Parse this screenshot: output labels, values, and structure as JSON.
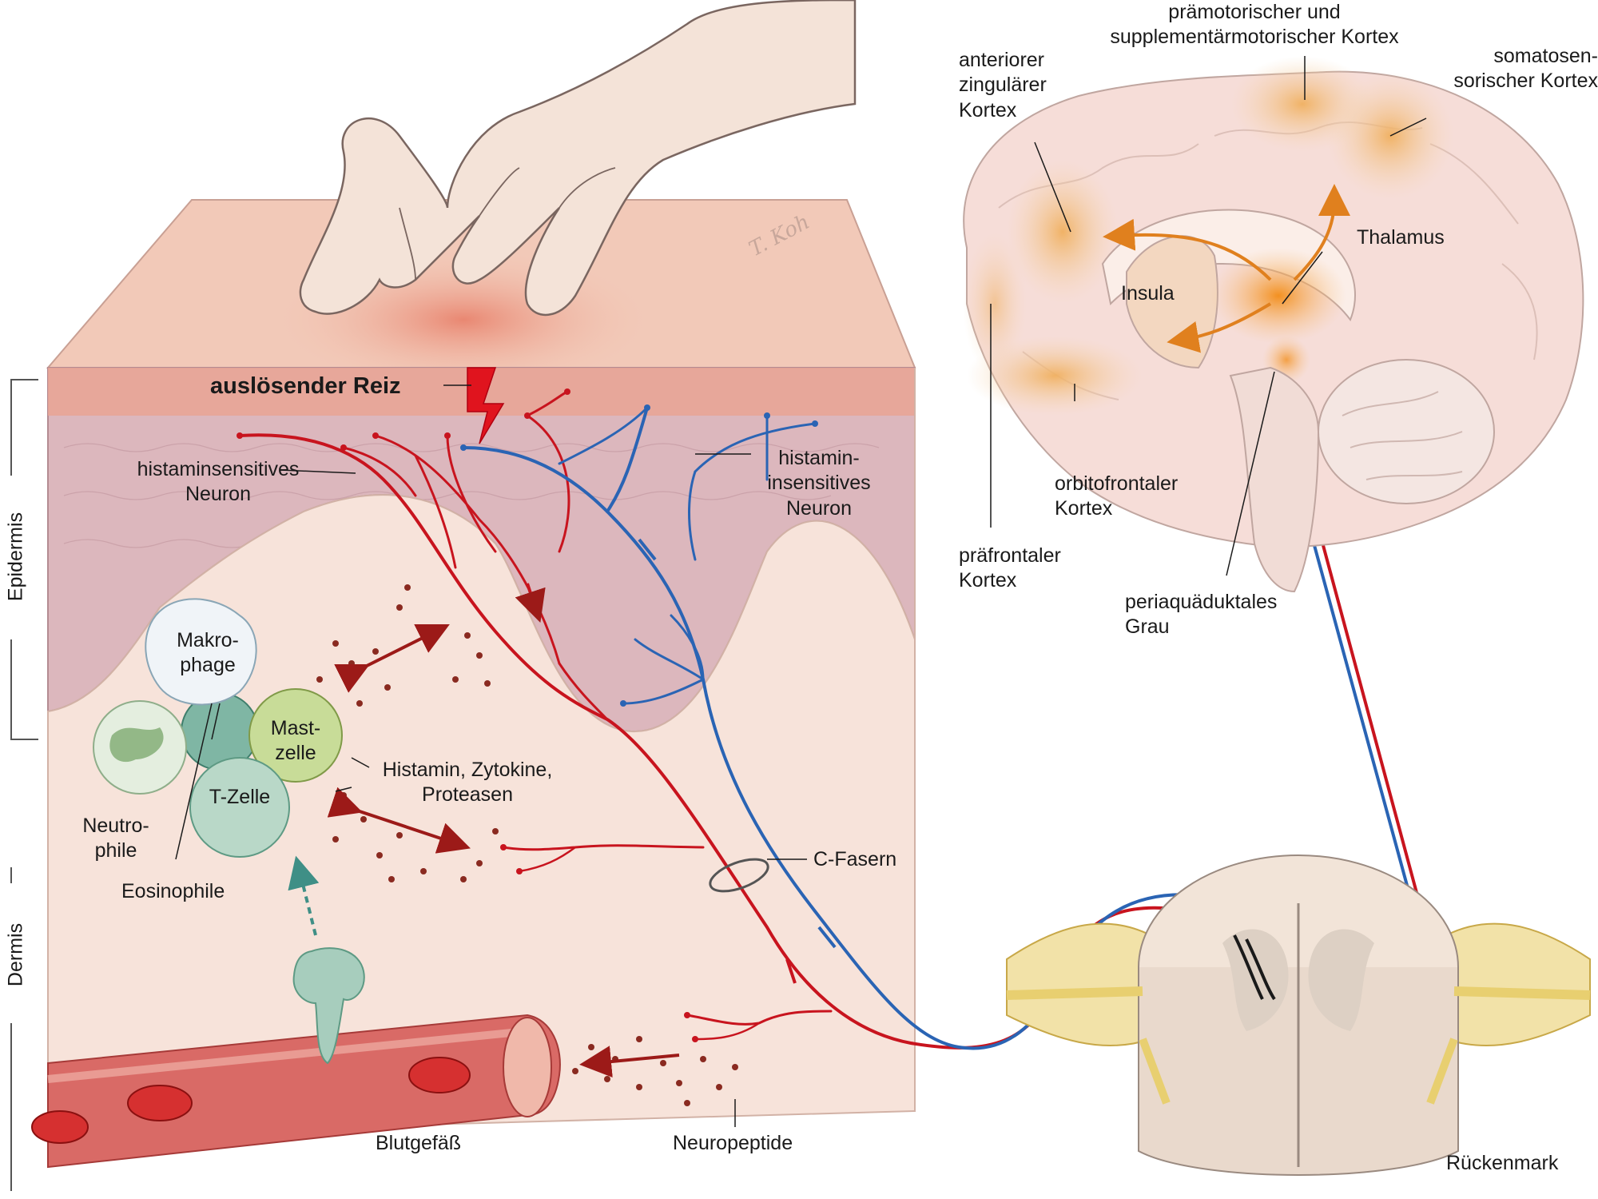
{
  "labels": {
    "stimulus": "auslösender Reiz",
    "histamine_sensitive": "histaminsensitives\nNeuron",
    "histamine_insensitive": "histamin-\ninsensitives\nNeuron",
    "macrophage": "Makro-\nphage",
    "mast_cell": "Mast-\nzelle",
    "t_cell": "T-Zelle",
    "neutrophils": "Neutro-\nphile",
    "eosinophils": "Eosinophile",
    "mediators": "Histamin, Zytokine,\nProteasen",
    "c_fibers": "C-Fasern",
    "blood_vessel": "Blutgefäß",
    "neuropeptides": "Neuropeptide",
    "spinal_cord": "Rückenmark",
    "premotor_cortex": "prämotorischer und\nsupplementärmotorischer Kortex",
    "anterior_cingulate": "anteriorer\nzingulärer\nKortex",
    "somatosensory": "somatosen-\nsorischer Kortex",
    "thalamus": "Thalamus",
    "insula": "Insula",
    "orbitofrontal": "orbitofrontaler\nKortex",
    "prefrontal": "präfrontaler\nKortex",
    "periaqueductal": "periaquäduktales\nGrau"
  },
  "side_labels": {
    "epidermis": "Epidermis",
    "dermis": "Dermis"
  },
  "signature": "T. Koh",
  "colors": {
    "histamine_sensitive_fiber": "#c8141e",
    "histamine_insensitive_fiber": "#2a64b4",
    "cortex_highlight": "#f0b060",
    "thalamus": "#f29a2e",
    "skin_surface": "#f2c9b8",
    "epidermis": "#dcb7bd",
    "dermis": "#f7e3da"
  }
}
